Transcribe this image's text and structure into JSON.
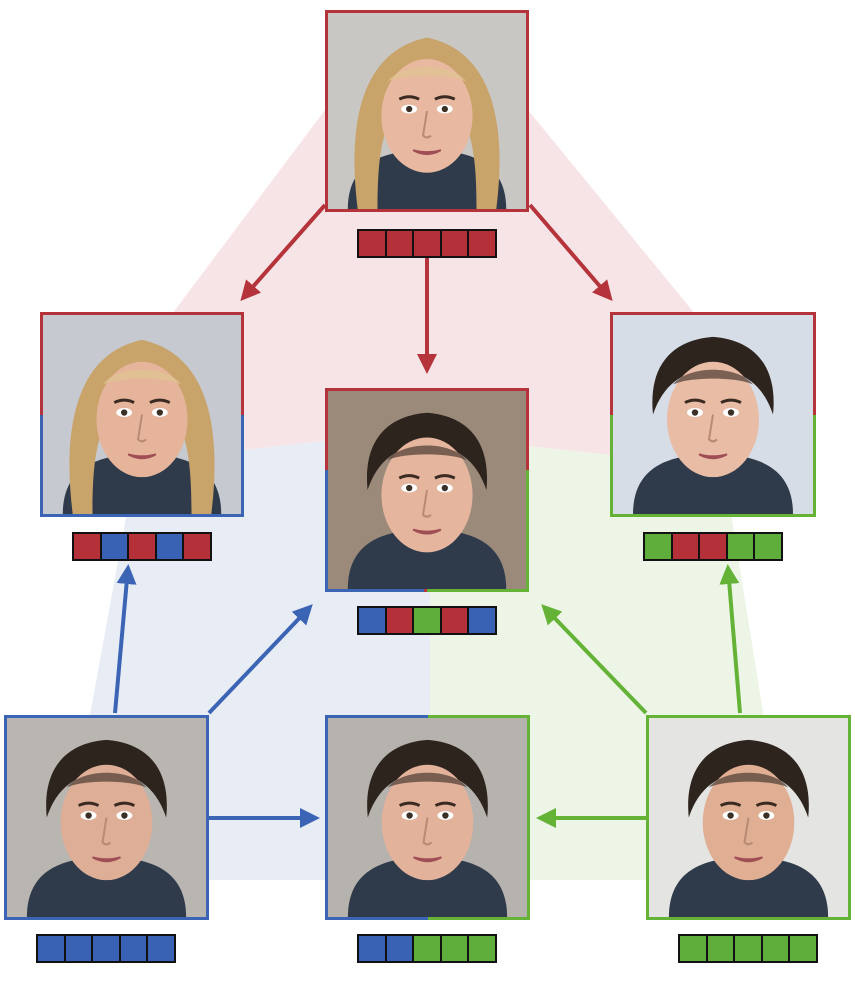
{
  "colors": {
    "red": "#b5333a",
    "blue": "#3b64b5",
    "green": "#64b236",
    "red_region": "#f7e4e6",
    "blue_region": "#e8edf5",
    "green_region": "#ecf5e6",
    "code_red": "#b5313a",
    "code_blue": "#3a62b4",
    "code_green": "#5fae3c"
  },
  "sources": {
    "A": "red",
    "B": "blue",
    "C": "green"
  },
  "faces": [
    {
      "id": "top",
      "borders": [
        "red"
      ],
      "code": [
        "red",
        "red",
        "red",
        "red",
        "red"
      ],
      "hair": "blonde"
    },
    {
      "id": "mid-left",
      "borders": [
        "red",
        "blue"
      ],
      "code": [
        "red",
        "blue",
        "red",
        "blue",
        "red"
      ],
      "hair": "blonde"
    },
    {
      "id": "mid-center",
      "borders": [
        "red",
        "blue",
        "green"
      ],
      "code": [
        "blue",
        "red",
        "green",
        "red",
        "blue"
      ],
      "hair": "dark"
    },
    {
      "id": "mid-right",
      "borders": [
        "red",
        "green"
      ],
      "code": [
        "green",
        "red",
        "red",
        "green",
        "green"
      ],
      "hair": "dark"
    },
    {
      "id": "bottom-left",
      "borders": [
        "blue"
      ],
      "code": [
        "blue",
        "blue",
        "blue",
        "blue",
        "blue"
      ],
      "hair": "dark"
    },
    {
      "id": "bottom-center",
      "borders": [
        "blue",
        "green"
      ],
      "code": [
        "blue",
        "blue",
        "green",
        "green",
        "green"
      ],
      "hair": "dark"
    },
    {
      "id": "bottom-right",
      "borders": [
        "green"
      ],
      "code": [
        "green",
        "green",
        "green",
        "green",
        "green"
      ],
      "hair": "dark"
    }
  ],
  "edges": [
    {
      "from": "top",
      "to": "mid-left",
      "color": "red"
    },
    {
      "from": "top",
      "to": "mid-center",
      "color": "red"
    },
    {
      "from": "top",
      "to": "mid-right",
      "color": "red"
    },
    {
      "from": "bottom-left",
      "to": "mid-left",
      "color": "blue"
    },
    {
      "from": "bottom-left",
      "to": "mid-center",
      "color": "blue"
    },
    {
      "from": "bottom-left",
      "to": "bottom-center",
      "color": "blue"
    },
    {
      "from": "bottom-right",
      "to": "mid-right",
      "color": "green"
    },
    {
      "from": "bottom-right",
      "to": "mid-center",
      "color": "green"
    },
    {
      "from": "bottom-right",
      "to": "bottom-center",
      "color": "green"
    }
  ]
}
